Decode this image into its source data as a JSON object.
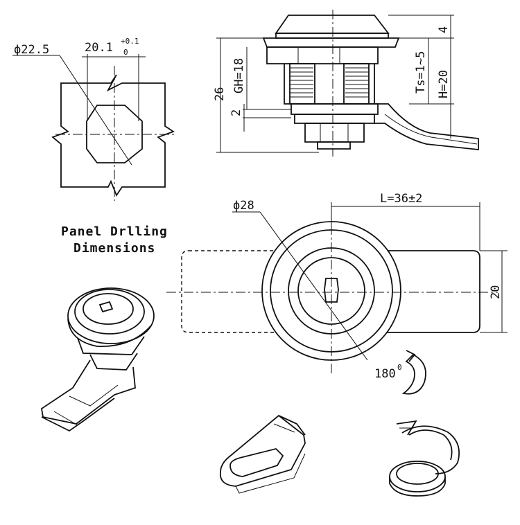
{
  "panel_drilling": {
    "diameter_label": "ϕ22.5",
    "width_label": "20.1",
    "tol_upper": "+0.1",
    "tol_lower": "0",
    "caption_line1": "Panel Drlling",
    "caption_line2": "Dimensions"
  },
  "side_view": {
    "overall_label": "26",
    "gh_label": "GH=18",
    "gap_label": "2",
    "top_label": "4",
    "ts_label": "Ts=1~5",
    "h_label": "H=20"
  },
  "front_view": {
    "diameter_label": "ϕ28",
    "length_label": "L=36±2",
    "width_label": "20",
    "rotation_label": "180",
    "rotation_sup": "0"
  }
}
